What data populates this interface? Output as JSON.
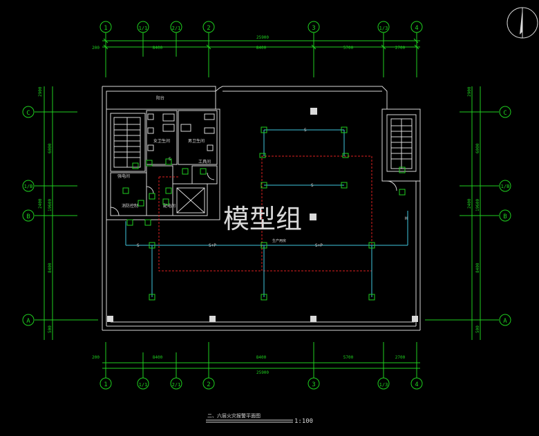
{
  "drawing": {
    "watermark": "模型组",
    "title": "二、六层火灾报警平面图",
    "scale": "1:100"
  },
  "axes": {
    "columns": [
      "1",
      "1/1",
      "2/1",
      "2",
      "3",
      "1/3",
      "4"
    ],
    "rows": [
      "C",
      "1/B",
      "B",
      "A"
    ]
  },
  "dimensions": {
    "total_width": "25900",
    "spans": [
      "200",
      "8400",
      "8400",
      "5700",
      "2700"
    ],
    "row_spans": [
      "2900",
      "6000",
      "2400",
      "8400",
      "500"
    ],
    "combined": "19600"
  },
  "rooms": {
    "balcony": "阳台",
    "womens_wc": "女卫生间",
    "mens_wc": "男卫生间",
    "pantry": "工具间",
    "equipment": "配电间",
    "strong_room": "强电间",
    "fire_room": "消防控制",
    "production": "生产用房"
  },
  "devices": {
    "smoke": "S",
    "smoke_plus": "S+P",
    "hydrant": "H"
  },
  "colors": {
    "background": "#000000",
    "axis": "#1fd11f",
    "wall": "#d9d9d9",
    "pipe": "#40c8e0",
    "wiring": "#e02020"
  }
}
